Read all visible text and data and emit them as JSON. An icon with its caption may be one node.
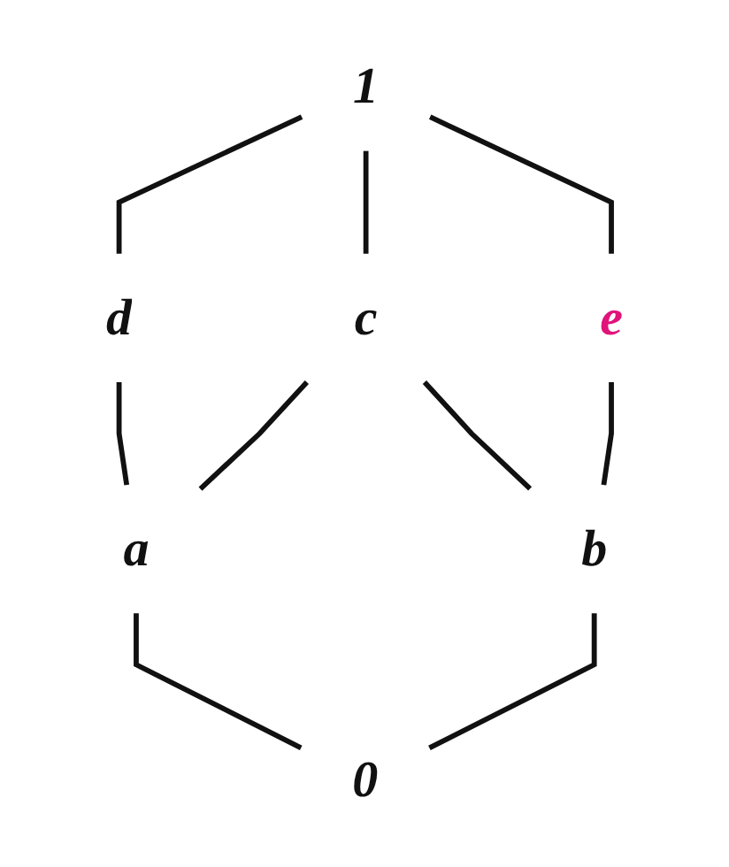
{
  "diagram": {
    "nodes": [
      {
        "text": [
          "1"
        ]
      },
      {
        "text": [
          "d"
        ]
      },
      {
        "text": [
          "c"
        ]
      },
      {
        "text": [
          "e"
        ]
      },
      {
        "text": [
          "a"
        ]
      },
      {
        "text": [
          "b"
        ]
      },
      {
        "text": [
          "0"
        ]
      }
    ],
    "edges": [
      {
        "from": 0,
        "to": 1,
        "arrow": "none"
      },
      {
        "from": 0,
        "to": 2,
        "arrow": "none"
      },
      {
        "from": 0,
        "to": 3,
        "arrow": "none"
      },
      {
        "from": 1,
        "to": 4,
        "arrow": "none"
      },
      {
        "from": 2,
        "to": 4,
        "arrow": "none"
      },
      {
        "from": 2,
        "to": 5,
        "arrow": "none"
      },
      {
        "from": 3,
        "to": 5,
        "arrow": "none"
      },
      {
        "from": 4,
        "to": 6,
        "arrow": "none"
      },
      {
        "from": 5,
        "to": 6,
        "arrow": "none"
      }
    ]
  }
}
